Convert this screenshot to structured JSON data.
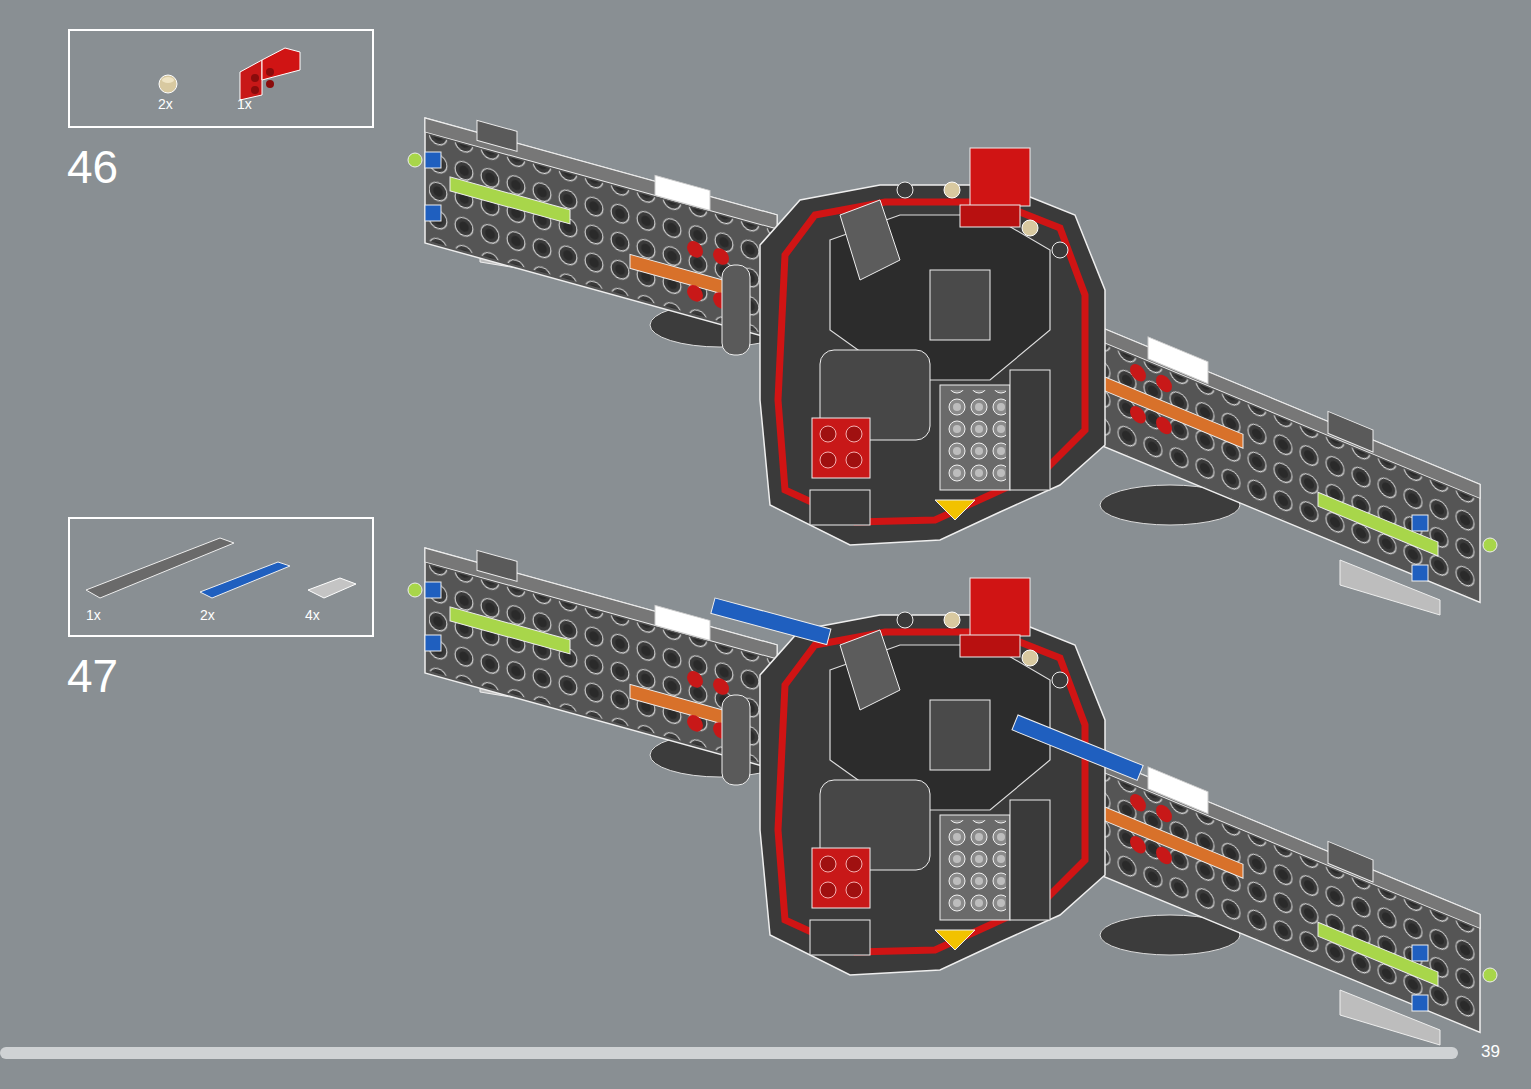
{
  "diagram": {
    "nodes": [
      {
        "text": [
          "2x",
          "1x"
        ]
      },
      {
        "text": [
          "1x",
          "2x",
          "4x"
        ]
      }
    ],
    "labels": [
      "46",
      "47",
      "39"
    ]
  }
}
